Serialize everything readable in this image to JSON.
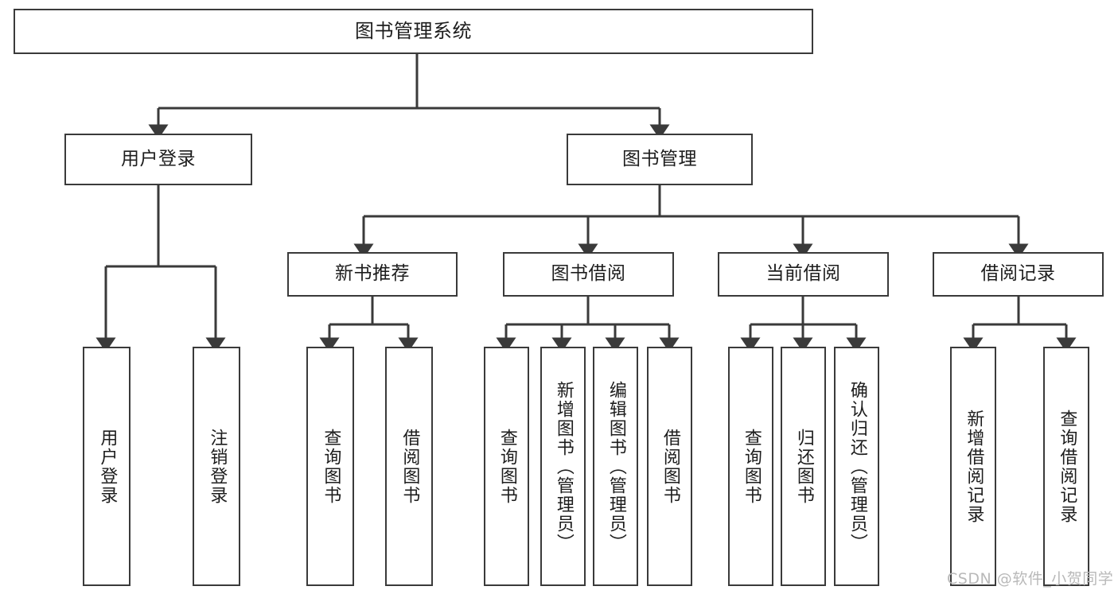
{
  "diagram": {
    "title": "图书管理系统",
    "type": "tree-hierarchy-chart",
    "root": {
      "label": "图书管理系统"
    },
    "level1": [
      {
        "label": "用户登录"
      },
      {
        "label": "图书管理"
      }
    ],
    "level2": [
      {
        "label": "新书推荐"
      },
      {
        "label": "图书借阅"
      },
      {
        "label": "当前借阅"
      },
      {
        "label": "借阅记录"
      }
    ],
    "leaves": {
      "user_login": [
        {
          "label": "用户登录"
        },
        {
          "label": "注销登录"
        }
      ],
      "new_book_recommend": [
        {
          "label": "查询图书"
        },
        {
          "label": "借阅图书"
        }
      ],
      "book_borrow": [
        {
          "label": "查询图书"
        },
        {
          "label": "新增图书（管理员）"
        },
        {
          "label": "编辑图书（管理员）"
        },
        {
          "label": "借阅图书"
        }
      ],
      "current_borrow": [
        {
          "label": "查询图书"
        },
        {
          "label": "归还图书"
        },
        {
          "label": "确认归还（管理员）"
        }
      ],
      "borrow_record": [
        {
          "label": "新增借阅记录"
        },
        {
          "label": "查询借阅记录"
        }
      ]
    }
  },
  "watermark": {
    "text": "CSDN @软件_小贺同学"
  },
  "colors": {
    "stroke": "#3a3a3a",
    "text": "#1d1d1d",
    "background": "#ffffff",
    "watermark": "#b9b9b9"
  }
}
